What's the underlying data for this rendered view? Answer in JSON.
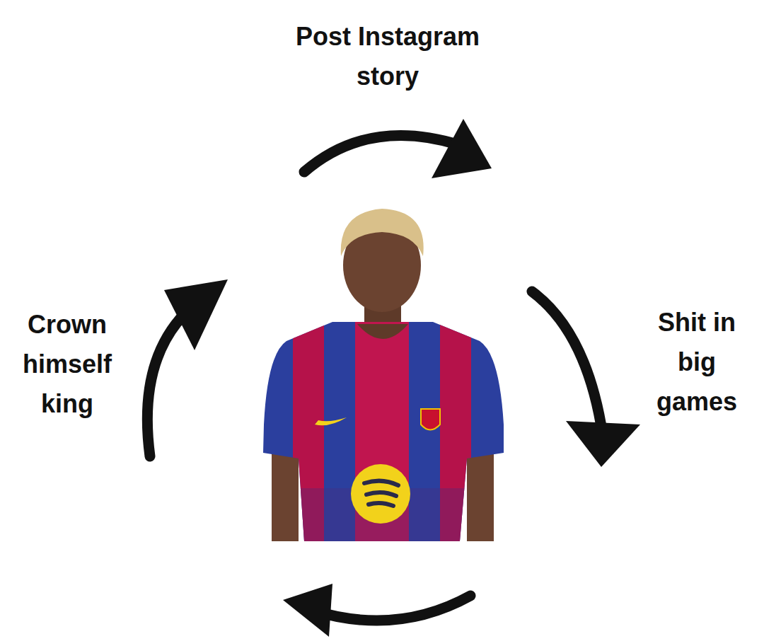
{
  "diagram": {
    "labels": [
      "Post Instagram story",
      "Shit in big games",
      "Crown himself king"
    ]
  }
}
